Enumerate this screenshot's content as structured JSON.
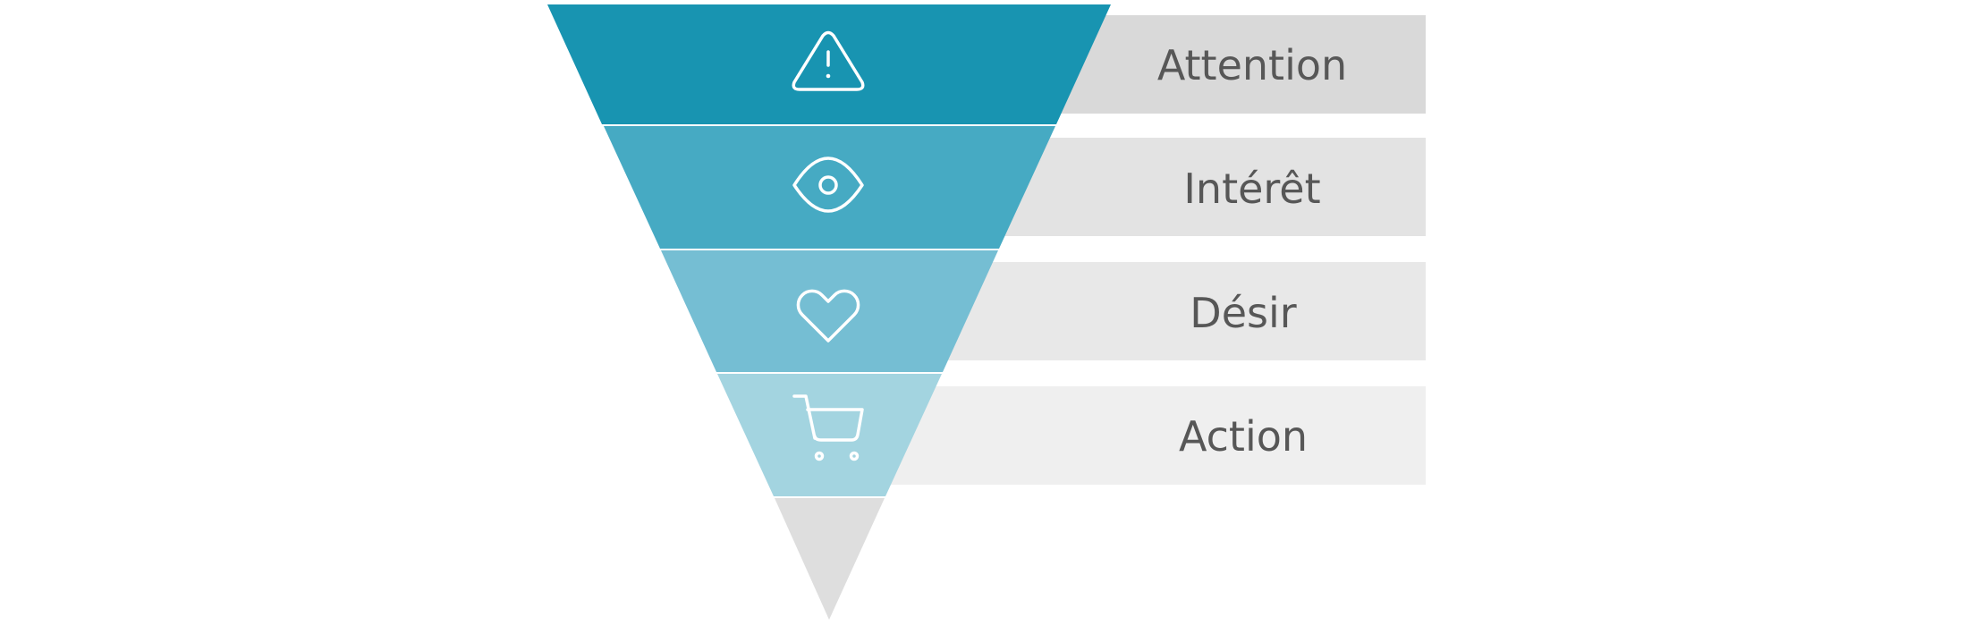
{
  "stages": [
    {
      "label": "Attention",
      "icon": "warning-icon",
      "color": "#1894B1",
      "panel_color": "#D9D9D9"
    },
    {
      "label": "Intérêt",
      "icon": "eye-icon",
      "color": "#46AAC3",
      "panel_color": "#E3E3E3"
    },
    {
      "label": "Désir",
      "icon": "heart-icon",
      "color": "#75BED3",
      "panel_color": "#E8E8E8"
    },
    {
      "label": "Action",
      "icon": "cart-icon",
      "color": "#A3D4E0",
      "panel_color": "#EFEFEF"
    }
  ],
  "funnel_tip_color": "#DEDEDE"
}
